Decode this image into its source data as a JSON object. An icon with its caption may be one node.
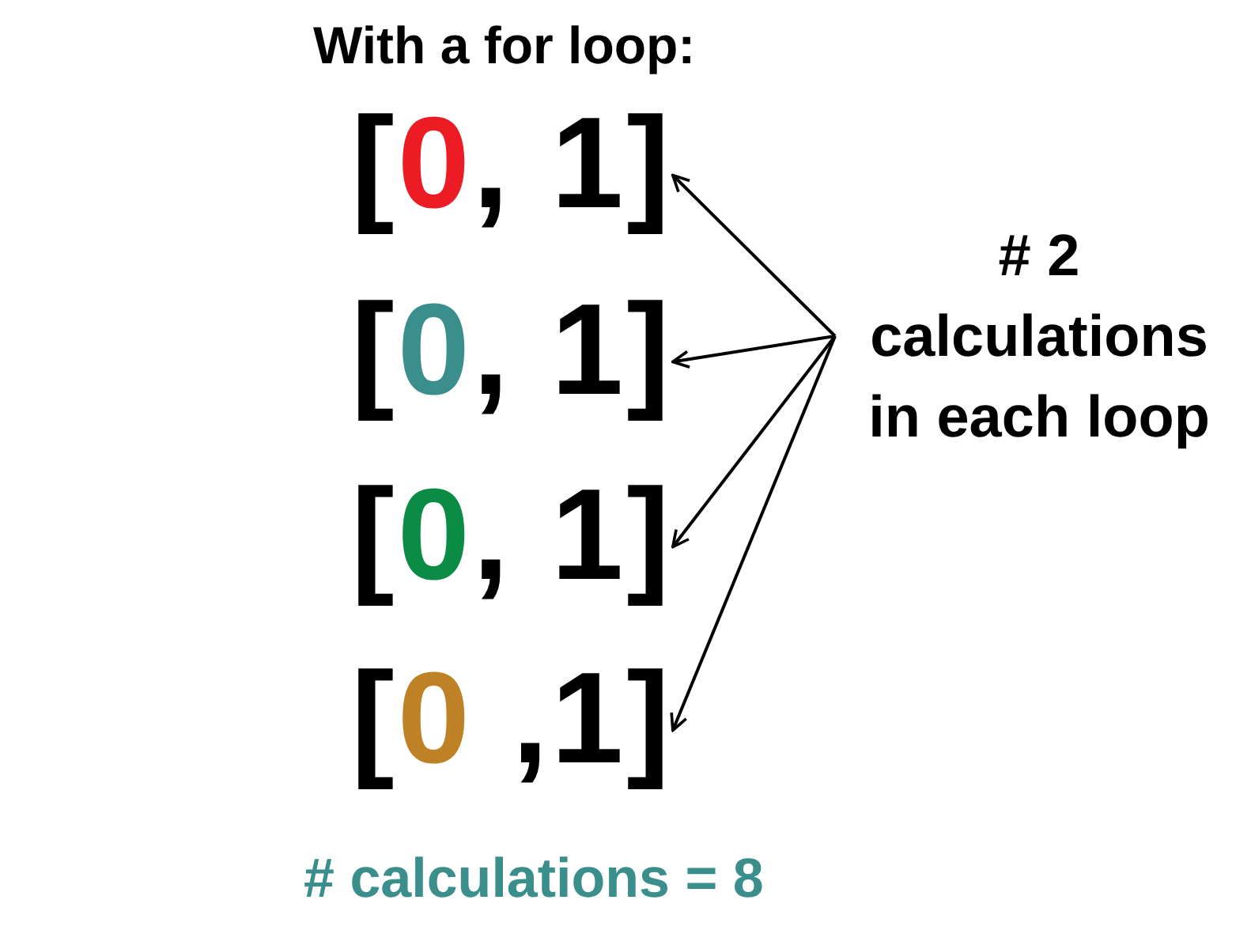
{
  "diagram": {
    "title": "With a for loop:",
    "nodes": [
      {
        "text": [
          "[0, 1]"
        ]
      },
      {
        "text": [
          "[0, 1]"
        ]
      },
      {
        "text": [
          "[0, 1]"
        ]
      },
      {
        "text": [
          "[0 ,1]"
        ]
      },
      {
        "text": [
          "# 2 calculations in each loop"
        ]
      }
    ],
    "edges": [
      {
        "from": 4,
        "to": 0,
        "arrow": "to"
      },
      {
        "from": 4,
        "to": 1,
        "arrow": "to"
      },
      {
        "from": 4,
        "to": 2,
        "arrow": "to"
      },
      {
        "from": 4,
        "to": 3,
        "arrow": "to"
      }
    ],
    "labels": [
      "# calculations = 8"
    ]
  }
}
